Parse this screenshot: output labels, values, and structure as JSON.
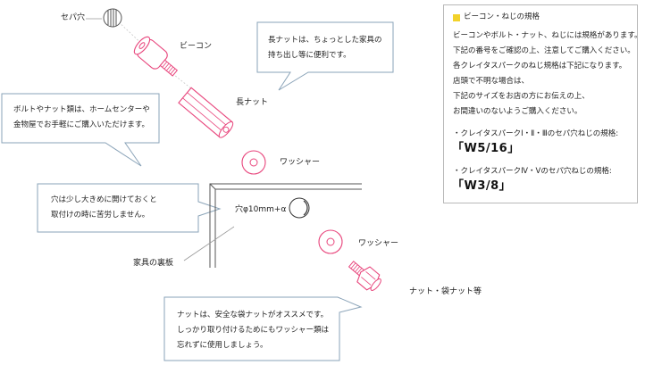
{
  "labels": {
    "sepa_hole": "セパ穴",
    "beacon": "ビーコン",
    "long_nut": "長ナット",
    "washer_1": "ワッシャー",
    "hole_size": "穴φ10mm+α",
    "washer_2": "ワッシャー",
    "nut": "ナット・袋ナット等",
    "furniture_back": "家具の裏板"
  },
  "bubbles": {
    "long_nut": {
      "lines": [
        "長ナットは、ちょっとした家具の",
        "持ち出し等に便利です。"
      ]
    },
    "bolt_nut": {
      "lines": [
        "ボルトやナット類は、ホームセンターや",
        "金物屋でお手軽にご購入いただけます。"
      ]
    },
    "hole": {
      "lines": [
        "穴は少し大きめに開けておくと",
        "取付けの時に苦労しません。"
      ]
    },
    "nut": {
      "lines": [
        "ナットは、安全な袋ナットがオススメです。",
        "しっかり取り付けるためにもワッシャー類は",
        "忘れずに使用しましょう。"
      ]
    }
  },
  "spec": {
    "title": "ビーコン・ねじの規格",
    "body": [
      "ビーコンやボルト・ナット、ねじには規格があります。",
      "下記の番号をご確認の上、注意してご購入ください。",
      "各クレイタスパークのねじ規格は下記になります。",
      "店頭で不明な場合は、",
      "下記のサイズをお店の方にお伝えの上、",
      "お間違いのないようご購入ください。"
    ],
    "item1_label": "・クレイタスパークⅠ・Ⅱ・Ⅲのセパ穴ねじの規格:",
    "item1_value": "「W5/16」",
    "item2_label": "・クレイタスパークⅣ・Ⅴのセパ穴ねじの規格:",
    "item2_value": "「W3/8」"
  },
  "colors": {
    "accent_pink": "#e8457c",
    "marker_yellow": "#f2d22b",
    "line_gray": "#999999",
    "bubble_border": "#8aa3b8"
  }
}
